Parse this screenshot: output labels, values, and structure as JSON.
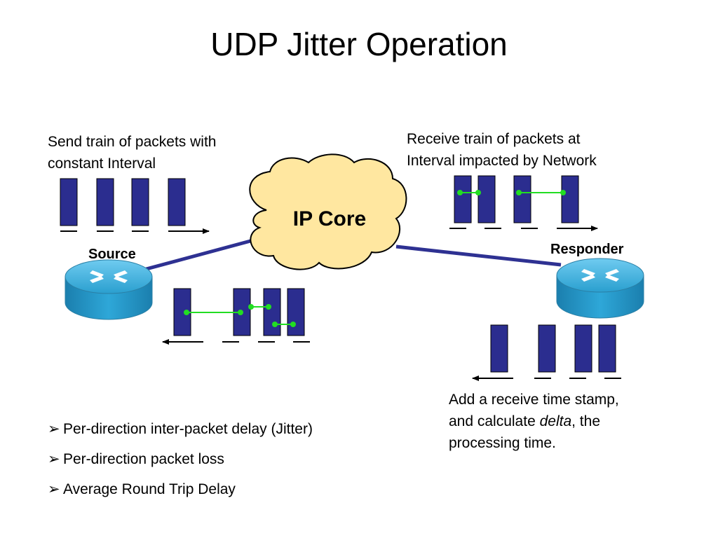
{
  "title": "UDP Jitter Operation",
  "captions": {
    "source_send": [
      "Send train of packets with",
      "constant Interval"
    ],
    "responder_receive": [
      "Receive train of packets at",
      "Interval impacted by Network"
    ]
  },
  "cloud_label": "IP Core",
  "source_label": "Source",
  "responder_label": "Responder",
  "note": {
    "line1": "Add a receive time stamp,",
    "line2_pre": "and calculate ",
    "line2_em": "delta",
    "line2_post": ", the",
    "line3": "processing time."
  },
  "bullet_glyph": "➢",
  "bullets": [
    "Per-direction inter-packet delay (Jitter)",
    "Per-direction packet loss",
    "Average Round Trip Delay"
  ],
  "colors": {
    "packet": "#2B2D8F",
    "link": "#2E3192",
    "timing_marker": "#22DD22",
    "cloud": "#FFE7A0",
    "router": "#2A9FCF"
  },
  "icons": {
    "router": "router-icon",
    "cloud": "cloud-icon"
  }
}
